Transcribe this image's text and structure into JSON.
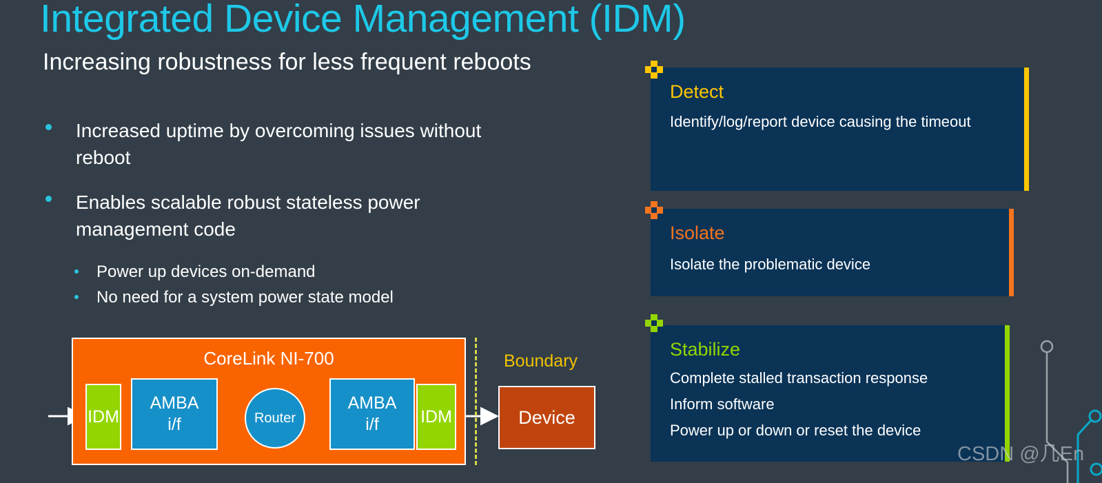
{
  "slide": {
    "title": "Integrated Device Management (IDM)",
    "subtitle": "Increasing robustness for less frequent reboots",
    "background_color": "#333e48",
    "title_color": "#1ec8e8"
  },
  "bullets": [
    {
      "level": 1,
      "text": "Increased uptime by overcoming issues without reboot"
    },
    {
      "level": 1,
      "text": "Enables scalable robust stateless power management code"
    },
    {
      "level": 2,
      "text": "Power up devices on-demand"
    },
    {
      "level": 2,
      "text": "No need for a system power state model"
    }
  ],
  "panels": [
    {
      "id": "detect",
      "heading": "Detect",
      "accent_color": "#ffc600",
      "background_color": "#0a3356",
      "marker": "plus-icon",
      "lines": [
        "Identify/log/report device causing the timeout"
      ]
    },
    {
      "id": "isolate",
      "heading": "Isolate",
      "accent_color": "#f5741f",
      "background_color": "#0a3356",
      "marker": "plus-icon",
      "lines": [
        "Isolate the problematic device"
      ]
    },
    {
      "id": "stabilize",
      "heading": "Stabilize",
      "accent_color": "#93d500",
      "background_color": "#0a3356",
      "marker": "plus-icon",
      "lines": [
        "Complete stalled transaction response",
        "Inform software",
        "Power up or down or reset the device"
      ]
    }
  ],
  "diagram": {
    "container_label": "CoreLink NI-700",
    "container_color": "#fa6400",
    "idm_left": "IDM",
    "idm_right": "IDM",
    "idm_color": "#93d500",
    "amba_left_line1": "AMBA",
    "amba_left_line2": "i/f",
    "amba_right_line1": "AMBA",
    "amba_right_line2": "i/f",
    "amba_color": "#1690c8",
    "router": "Router",
    "boundary_label": "Boundary",
    "boundary_color": "#f2c200",
    "device_label": "Device",
    "device_color": "#c1440e"
  },
  "watermark": {
    "text": "CSDN @几En"
  }
}
